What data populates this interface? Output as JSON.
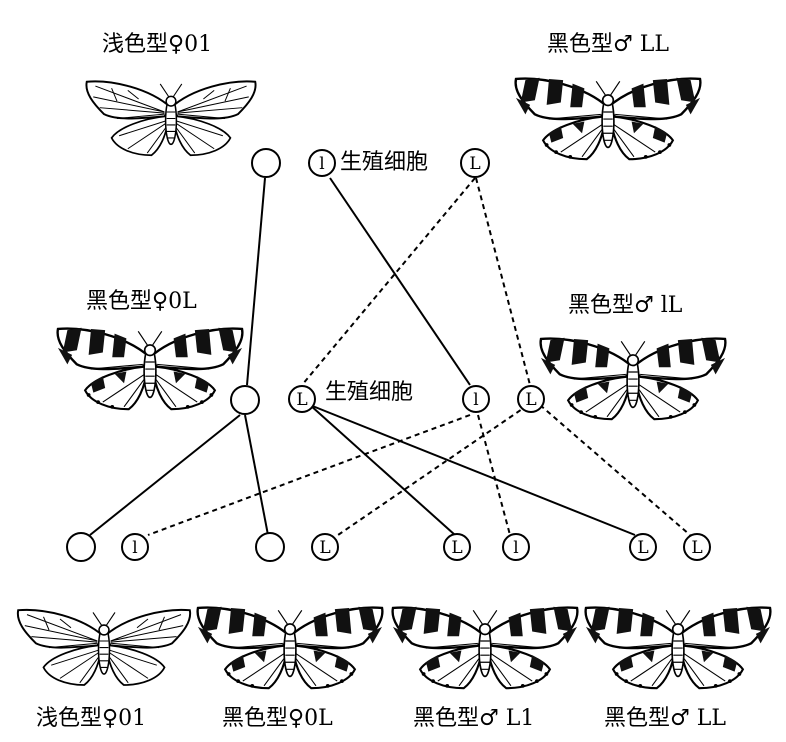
{
  "parents": {
    "female": {
      "label": "浅色型♀01",
      "color": "light"
    },
    "male": {
      "label": "黑色型♂ LL",
      "color": "dark"
    }
  },
  "parent_gametes": {
    "label": "生殖细胞",
    "items": [
      "",
      "l",
      "L"
    ]
  },
  "f1": {
    "female": {
      "label": "黑色型♀0L",
      "color": "dark"
    },
    "male": {
      "label": "黑色型♂ lL",
      "color": "dark"
    }
  },
  "f1_gametes": {
    "label": "生殖细胞",
    "items": [
      "",
      "L",
      "l",
      "L"
    ]
  },
  "f2_gametes": [
    "",
    "l",
    "",
    "L",
    "L",
    "l",
    "L",
    "L"
  ],
  "offspring": [
    {
      "label": "浅色型♀01",
      "color": "light"
    },
    {
      "label": "黑色型♀0L",
      "color": "dark"
    },
    {
      "label": "黑色型♂ L1",
      "color": "dark"
    },
    {
      "label": "黑色型♂ LL",
      "color": "dark"
    }
  ]
}
